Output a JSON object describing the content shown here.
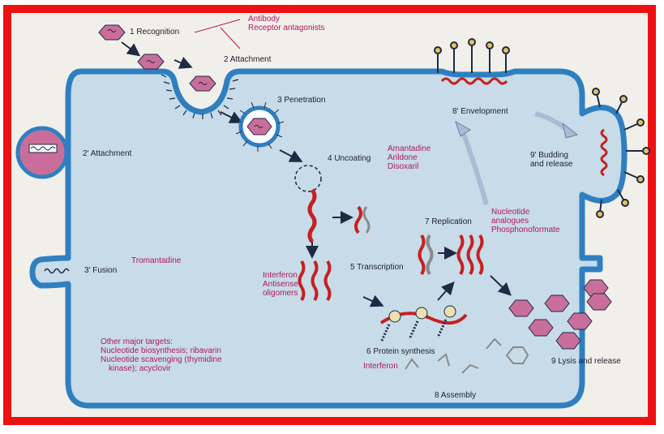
{
  "colors": {
    "frame": "#ee1111",
    "membrane": "#2f7fc0",
    "cytoplasm": "#c7dbe8",
    "label": "#1e1e2e",
    "drug": "#b01760",
    "rna": "#c62020",
    "virion": "#c96e9a"
  },
  "steps": {
    "s1": "1  Recognition",
    "s2": "2  Attachment",
    "s2p": "2'  Attachment",
    "s3": "3  Penetration",
    "s3p": "3'  Fusion",
    "s4": "4  Uncoating",
    "s5": "5  Transcription",
    "s6": "6  Protein synthesis",
    "s7": "7  Replication",
    "s8": "8  Assembly",
    "s8p": "8'  Envelopment",
    "s9": "9  Lysis and release",
    "s9p_1": "9'  Budding",
    "s9p_2": "and release"
  },
  "drugs": {
    "recognition_1": "Antibody",
    "recognition_2": "Receptor antagonists",
    "uncoating_1": "Amantadine",
    "uncoating_2": "Arildone",
    "uncoating_3": "Disoxaril",
    "fusion": "Tromantadine",
    "replication_1": "Nucleotide",
    "replication_2": "analogues",
    "replication_3": "Phosphonoformate",
    "transcription_1": "Interferon",
    "transcription_2": "Antisense",
    "transcription_3": "oligomers",
    "protein": "Interferon",
    "other_1": "Other major targets:",
    "other_2": "Nucleotide biosynthesis; ribavarin",
    "other_3": "Nucleotide scavenging (thymidine",
    "other_4": "kinase); acyclovir"
  }
}
